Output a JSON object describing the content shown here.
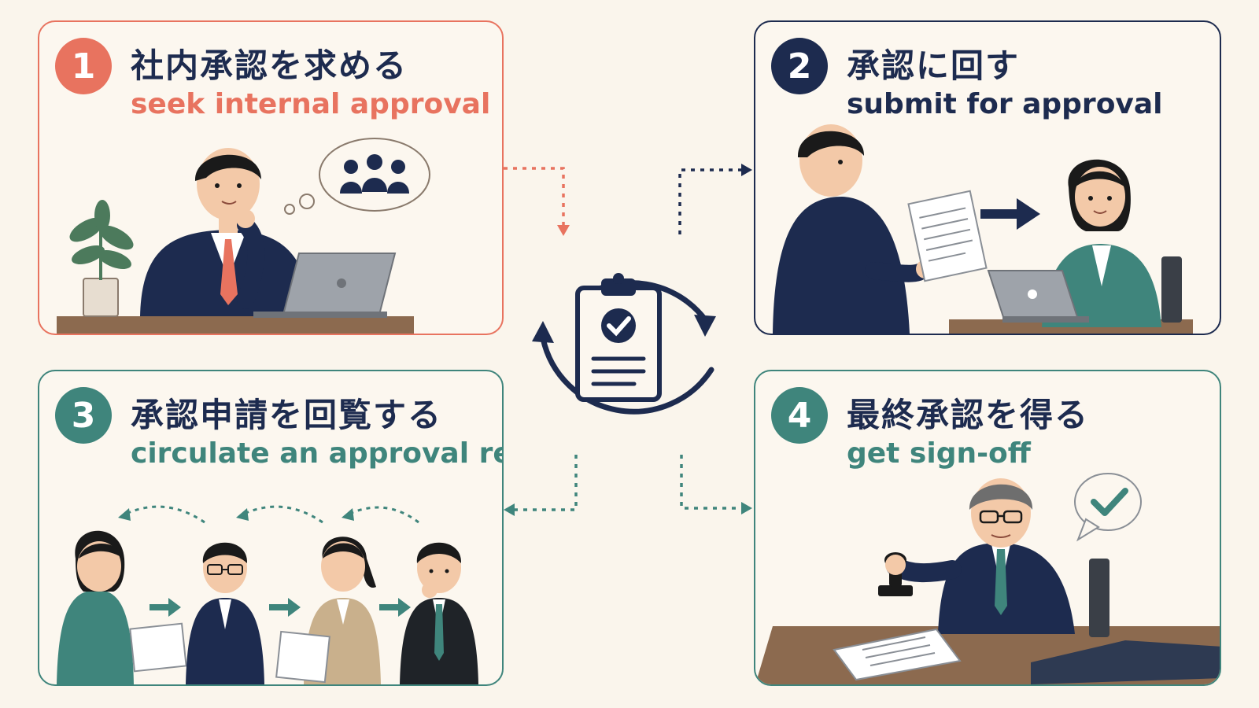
{
  "steps": [
    {
      "num": "1",
      "jp": "社内承認を求める",
      "en": "seek internal approval"
    },
    {
      "num": "2",
      "jp": "承認に回す",
      "en": "submit for approval"
    },
    {
      "num": "3",
      "jp": "承認申請を回覧する",
      "en": "circulate an approval request"
    },
    {
      "num": "4",
      "jp": "最終承認を得る",
      "en": "get sign-off"
    }
  ],
  "colors": {
    "coral": "#e8735f",
    "navy": "#1d2b4f",
    "teal": "#3f857c",
    "background": "#faf5ec"
  },
  "icons": [
    "clipboard-check-icon",
    "cycle-arrows-icon",
    "thought-bubble-team-icon",
    "checkmark-speech-bubble-icon",
    "stamp-icon",
    "arrow-right-icon"
  ]
}
